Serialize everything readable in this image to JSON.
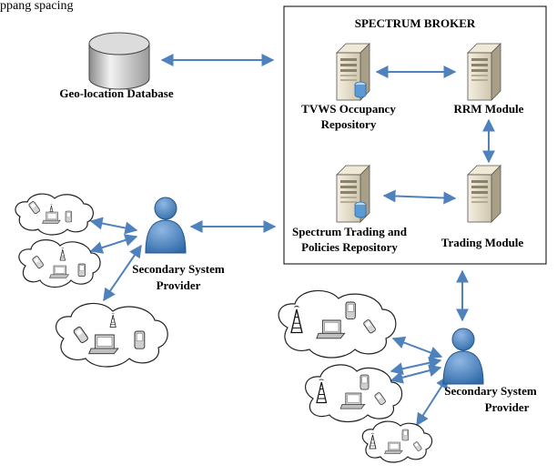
{
  "header_fragment": "ppang spacing",
  "broker": {
    "title": "SPECTRUM BROKER"
  },
  "nodes": {
    "geo_db": "Geo-location Database",
    "tvws": [
      "TVWS Occupancy",
      "Repository"
    ],
    "rrm": "RRM Module",
    "trading_repo": [
      "Spectrum Trading and",
      "Policies Repository"
    ],
    "trading_module": "Trading Module",
    "ssp_left": [
      "Secondary System",
      "Provider"
    ],
    "ssp_right": [
      "Secondary System",
      "Provider"
    ]
  },
  "colors": {
    "arrow": "#4f81bd",
    "person": "#3f78b5",
    "person_dark": "#2a5a8f",
    "server_light": "#e9e2cf",
    "server_dark": "#bdb39a",
    "db_blue": "#5b9bd5"
  }
}
